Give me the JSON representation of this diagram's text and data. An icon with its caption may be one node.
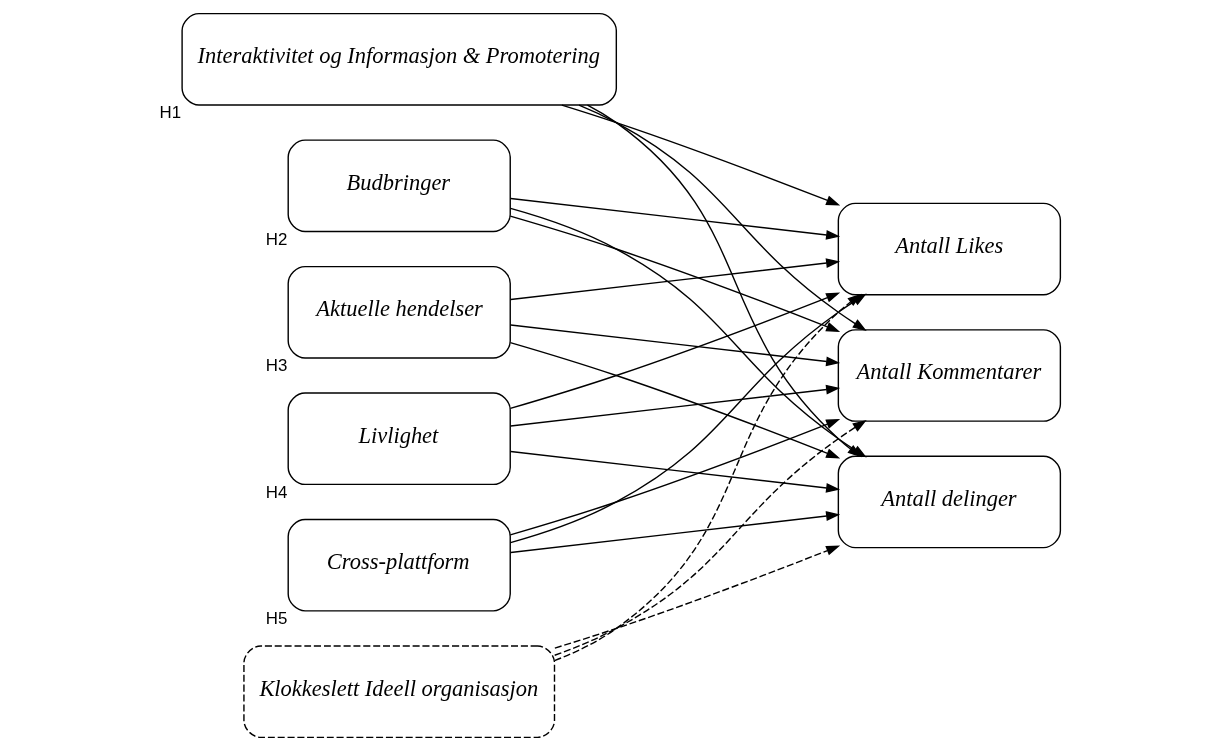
{
  "diagram": {
    "nodes": [
      {
        "text": [
          "Interaktivitet og Informasjon & Promotering"
        ],
        "beside": [
          "H1"
        ]
      },
      {
        "text": [
          "Budbringer"
        ],
        "beside": [
          "H2"
        ]
      },
      {
        "text": [
          "Aktuelle hendelser"
        ],
        "beside": [
          "H3"
        ]
      },
      {
        "text": [
          "Livlighet"
        ],
        "beside": [
          "H4"
        ]
      },
      {
        "text": [
          "Cross-plattform"
        ],
        "beside": [
          "H5"
        ]
      },
      {
        "text": [
          "Antall Likes"
        ]
      },
      {
        "text": [
          "Antall Kommentarer"
        ]
      },
      {
        "text": [
          "Antall delinger"
        ]
      },
      {
        "text": [
          "Klokkeslett Ideell organisasjon"
        ]
      }
    ],
    "edges": [
      {
        "from": 0,
        "to": 5,
        "arrow": "to"
      },
      {
        "from": 0,
        "to": 6,
        "arrow": "to"
      },
      {
        "from": 0,
        "to": 7,
        "arrow": "to"
      },
      {
        "from": 1,
        "to": 5,
        "arrow": "to"
      },
      {
        "from": 1,
        "to": 6,
        "arrow": "to"
      },
      {
        "from": 1,
        "to": 7,
        "arrow": "to"
      },
      {
        "from": 2,
        "to": 5,
        "arrow": "to"
      },
      {
        "from": 2,
        "to": 6,
        "arrow": "to"
      },
      {
        "from": 2,
        "to": 7,
        "arrow": "to"
      },
      {
        "from": 3,
        "to": 5,
        "arrow": "to"
      },
      {
        "from": 3,
        "to": 6,
        "arrow": "to"
      },
      {
        "from": 3,
        "to": 7,
        "arrow": "to"
      },
      {
        "from": 4,
        "to": 5,
        "arrow": "to"
      },
      {
        "from": 4,
        "to": 6,
        "arrow": "to"
      },
      {
        "from": 4,
        "to": 7,
        "arrow": "to"
      },
      {
        "from": 8,
        "to": 5,
        "arrow": "to",
        "style": "dashed"
      },
      {
        "from": 8,
        "to": 6,
        "arrow": "to",
        "style": "dashed"
      },
      {
        "from": 8,
        "to": 7,
        "arrow": "to",
        "style": "dashed"
      }
    ]
  }
}
